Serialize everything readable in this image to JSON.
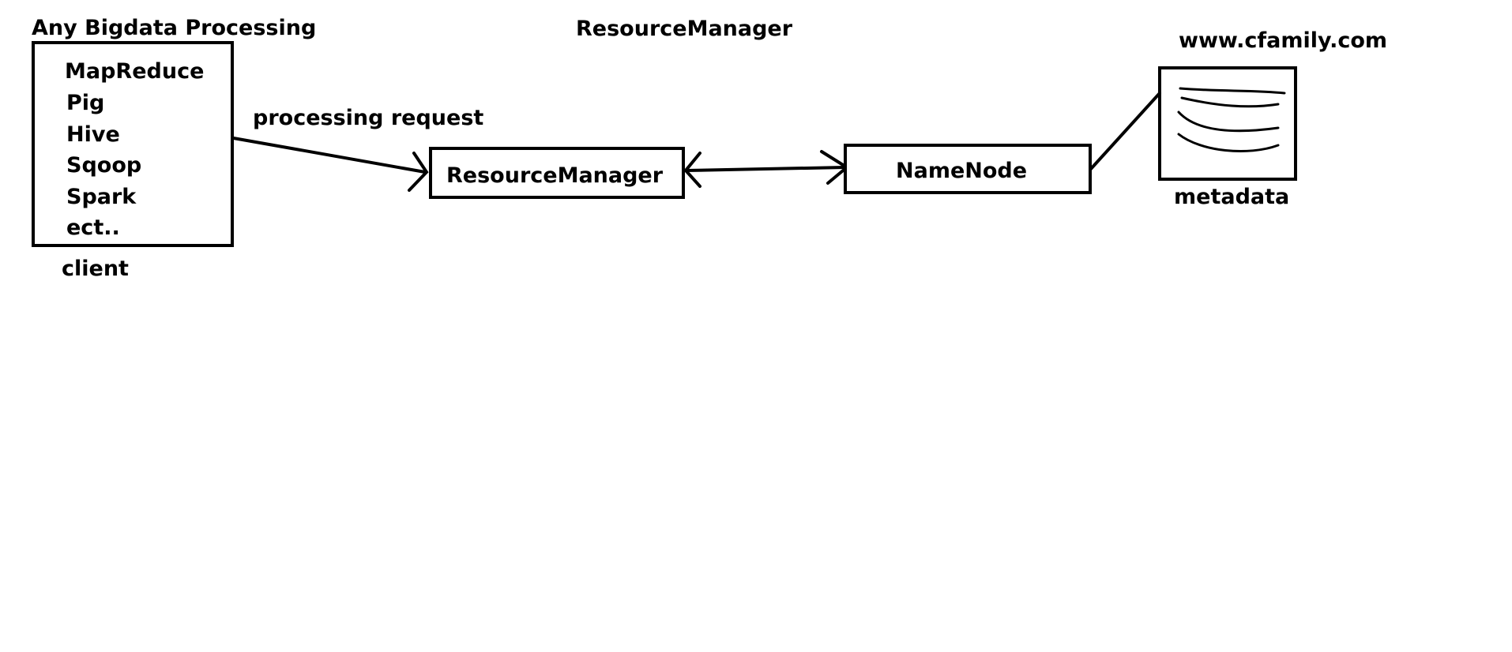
{
  "diagram": {
    "title": "Any Bigdata Processing",
    "header": "ResourceManager",
    "website": "www.cfamily.com",
    "client": {
      "items": [
        "MapReduce",
        "Pig",
        "Hive",
        "Sqoop",
        "Spark",
        "ect.."
      ],
      "label": "client"
    },
    "edge_label": "processing request",
    "resource_manager_label": "ResourceManager",
    "namenode_label": "NameNode",
    "metadata_label": "metadata"
  }
}
